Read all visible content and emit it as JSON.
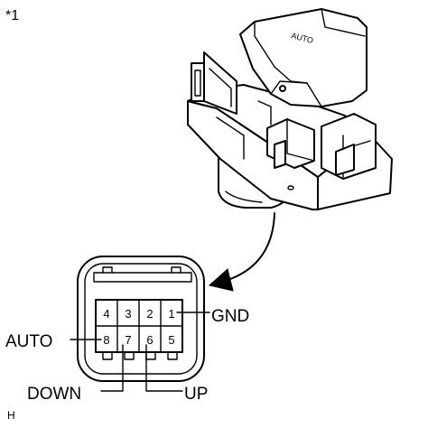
{
  "figure_ref": "*1",
  "corner_mark": "H",
  "switch_embossed_text": "AUTO",
  "connector": {
    "pins_top_row": [
      "4",
      "3",
      "2",
      "1"
    ],
    "pins_bottom_row": [
      "8",
      "7",
      "6",
      "5"
    ]
  },
  "callouts": {
    "gnd": "GND",
    "auto": "AUTO",
    "down": "DOWN",
    "up": "UP"
  }
}
